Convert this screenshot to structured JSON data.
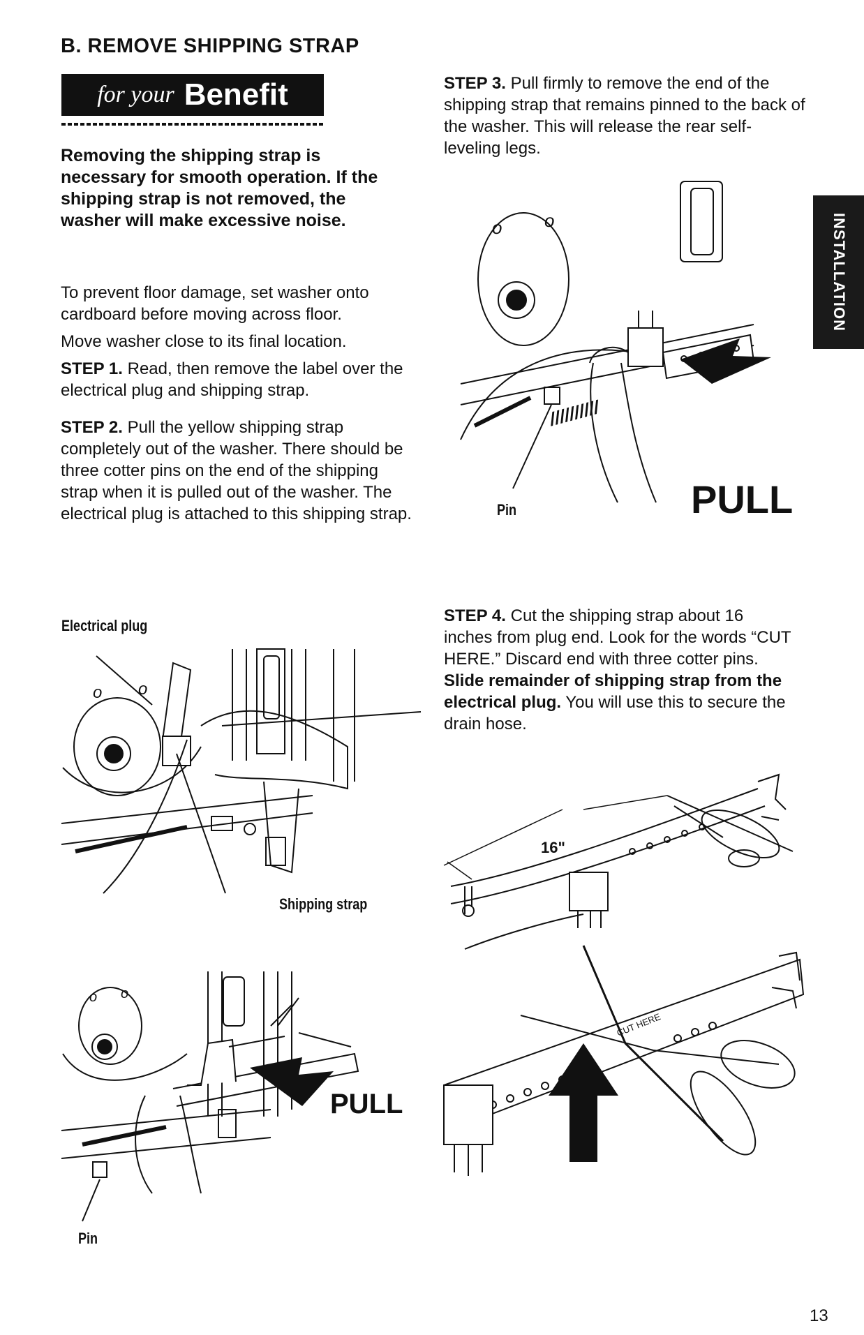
{
  "heading": "B. REMOVE SHIPPING STRAP",
  "benefit": {
    "for_your": "for your",
    "benefit": "Benefit"
  },
  "intro_bold": "Removing the shipping strap is necessary for smooth operation. If the shipping strap is not removed, the washer will make excessive noise.",
  "para_floor": "To prevent floor damage, set washer onto cardboard before moving across floor.",
  "para_move": "Move washer close to its final location.",
  "step1": {
    "label": "STEP 1.",
    "text": " Read, then remove the label over the electrical plug and shipping strap."
  },
  "step2": {
    "label": "STEP 2.",
    "text": " Pull the yellow shipping strap completely out of the washer. There should be three cotter pins on the end of the shipping strap when it is pulled out of the washer. The electrical plug is attached to this shipping strap."
  },
  "step3": {
    "label": "STEP 3.",
    "text": " Pull firmly to remove the end of the shipping strap that remains pinned to the back of the washer. This will release the rear self-leveling legs."
  },
  "step4": {
    "label": "STEP 4.",
    "text": " Cut the shipping strap about 16 inches from plug end. Look for the words “CUT HERE.” Discard end with three cotter pins. ",
    "bold_text": "Slide remainder of shipping strap from the electrical plug.",
    "text_end": " You will use this to secure the drain hose."
  },
  "side_tab": "INSTALLATION",
  "labels": {
    "pin_top": "Pin",
    "pull_top": "PULL",
    "electrical_plug": "Electrical plug",
    "shipping_strap": "Shipping strap",
    "pull_bottom": "PULL",
    "pin_bottom": "Pin",
    "sixteen": "16\"",
    "cut_here": "CUT HERE"
  },
  "page_number": "13"
}
